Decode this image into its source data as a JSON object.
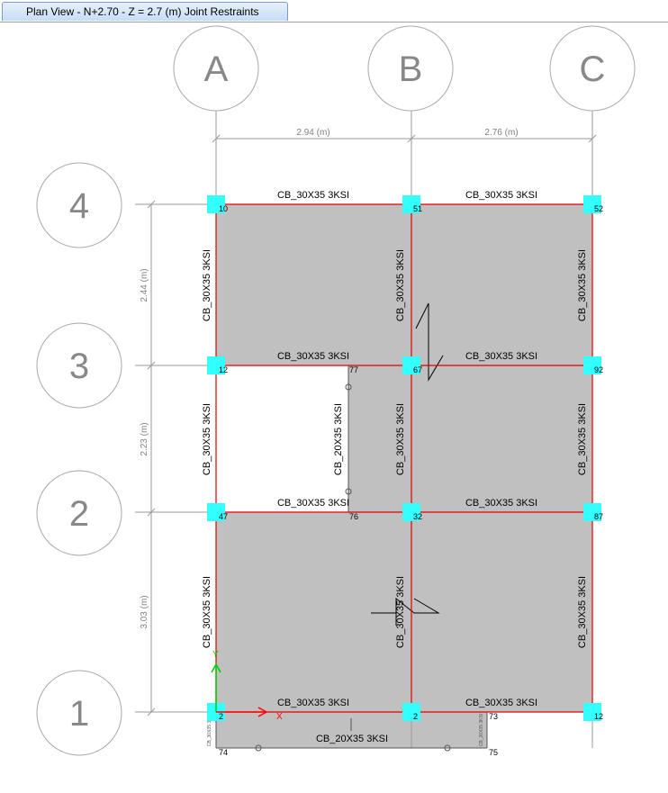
{
  "tab": {
    "title": "Plan View - N+2.70 - Z = 2.7 (m)  Joint Restraints"
  },
  "grid": {
    "columns": [
      "A",
      "B",
      "C"
    ],
    "rows": [
      "4",
      "3",
      "2",
      "1"
    ],
    "dims_x": [
      "2.94 (m)",
      "2.76 (m)"
    ],
    "dims_y": [
      "2.44 (m)",
      "2.23 (m)",
      "3.03 (m)"
    ]
  },
  "beams": {
    "b4ab": "CB_30X35 3KSI",
    "b4bc": "CB_30X35 3KSI",
    "b3ab": "CB_30X35 3KSI",
    "b3bc": "CB_30X35 3KSI",
    "b2ab": "CB_30X35 3KSI",
    "b2bc": "CB_30X35 3KSI",
    "b1ab": "CB_30X35 3KSI",
    "b1bc": "CB_30X35 3KSI",
    "bottom": "CB_20X35 3KSI",
    "colA_43": "CB_30X35 3KSI",
    "colB_43": "CB_30X35 3KSI",
    "colC_43": "CB_30X35 3KSI",
    "colA_32": "CB_30X35 3KSI",
    "mid_32": "CB_20X35 3KSI",
    "colB_32": "CB_30X35 3KSI",
    "colC_32": "CB_30X35 3KSI",
    "colA_21": "CB_30X35 3KSI",
    "colB_21": "CB_30X35 3KSI",
    "colC_21": "CB_30X35 3KSI",
    "small_left": "CB_30X35 3KSI",
    "small_right": "CB_20X35 3KSI"
  },
  "joints": {
    "j_a4": "10",
    "j_b4": "51",
    "j_c4": "52",
    "j_a3": "12",
    "j_b3": "67",
    "j_c3": "92",
    "j_a2": "47",
    "j_b2": "32",
    "j_c2": "87",
    "j_a1": "2",
    "j_b1": "2",
    "j_c1": "12",
    "j_77": "77",
    "j_76": "76",
    "j_73": "73",
    "j_74": "74",
    "j_75": "75"
  },
  "axes": {
    "x": "X",
    "y": "Y"
  },
  "colors": {
    "slab": "#c0c0c0",
    "beam": "#e00000",
    "restraint": "#33ffff",
    "grid": "#9a9a9a",
    "bubble": "#888888"
  }
}
